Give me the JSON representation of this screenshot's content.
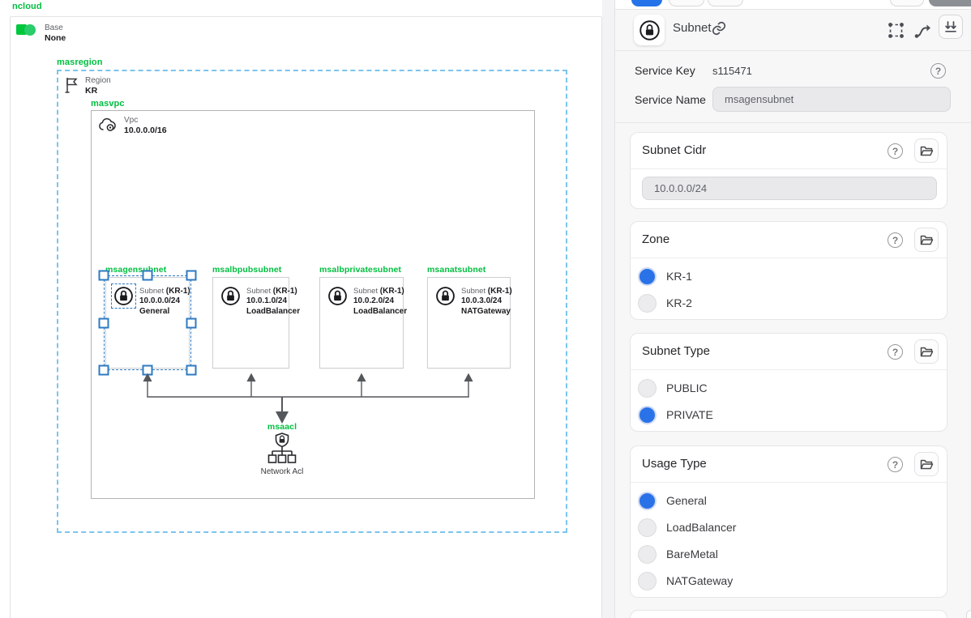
{
  "colors": {
    "accent_green": "#00bf40",
    "selection_blue": "#2e7ac2",
    "radio_blue": "#2a72e8",
    "region_dash_blue": "#7cc4ee"
  },
  "canvas": {
    "workspace_label": "ncloud",
    "base": {
      "label": "Base",
      "value": "None"
    },
    "region": {
      "tag": "masregion",
      "label": "Region",
      "value": "KR"
    },
    "vpc": {
      "tag": "masvpc",
      "label": "Vpc",
      "value": "10.0.0.0/16"
    },
    "subnets": [
      {
        "tag": "msagensubnet",
        "label": "Subnet",
        "zone": "(KR-1)",
        "cidr": "10.0.0.0/24",
        "usage": "General",
        "selected": true
      },
      {
        "tag": "msalbpubsubnet",
        "label": "Subnet",
        "zone": "(KR-1)",
        "cidr": "10.0.1.0/24",
        "usage": "LoadBalancer",
        "selected": false
      },
      {
        "tag": "msalbprivatesubnet",
        "label": "Subnet",
        "zone": "(KR-1)",
        "cidr": "10.0.2.0/24",
        "usage": "LoadBalancer",
        "selected": false
      },
      {
        "tag": "msanatsubnet",
        "label": "Subnet",
        "zone": "(KR-1)",
        "cidr": "10.0.3.0/24",
        "usage": "NATGateway",
        "selected": false
      }
    ],
    "acl": {
      "tag": "msaacl",
      "label": "Network Acl"
    }
  },
  "panel": {
    "header": {
      "title": "Subnet"
    },
    "service_key": {
      "label": "Service Key",
      "value": "s115471"
    },
    "service_name": {
      "label": "Service Name",
      "value": "msagensubnet"
    },
    "sections": [
      {
        "title": "Subnet Cidr",
        "type": "input",
        "value": "10.0.0.0/24"
      },
      {
        "title": "Zone",
        "type": "radio",
        "options": [
          {
            "label": "KR-1",
            "selected": true
          },
          {
            "label": "KR-2",
            "selected": false
          }
        ]
      },
      {
        "title": "Subnet Type",
        "type": "radio",
        "options": [
          {
            "label": "PUBLIC",
            "selected": false
          },
          {
            "label": "PRIVATE",
            "selected": true
          }
        ]
      },
      {
        "title": "Usage Type",
        "type": "radio",
        "options": [
          {
            "label": "General",
            "selected": true
          },
          {
            "label": "LoadBalancer",
            "selected": false
          },
          {
            "label": "BareMetal",
            "selected": false
          },
          {
            "label": "NATGateway",
            "selected": false
          }
        ]
      }
    ]
  }
}
